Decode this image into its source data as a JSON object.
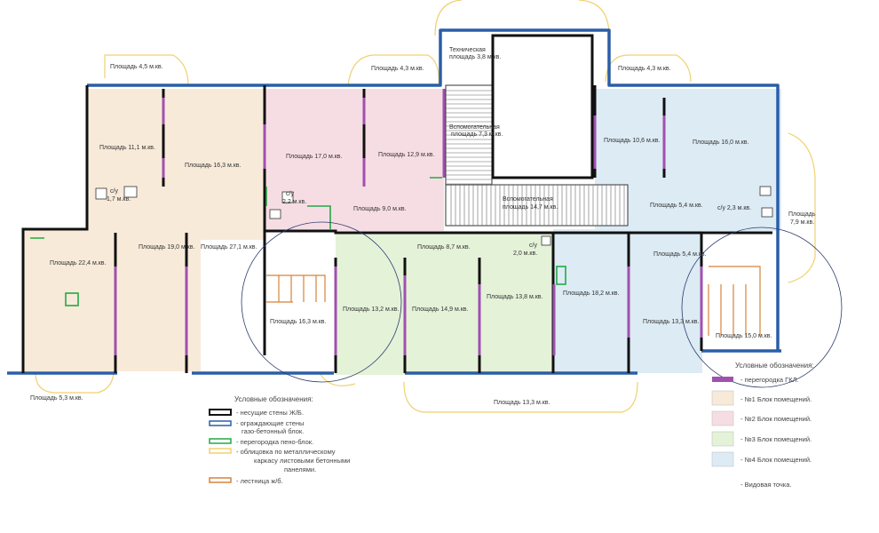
{
  "colors": {
    "block1": "#f8ead9",
    "block2": "#f6dde4",
    "block3": "#e4f2d8",
    "block4": "#dcebf4",
    "wall": "#111111",
    "outer_wall": "#2a5ea8",
    "gkl": "#a050b0",
    "foam": "#22aa44",
    "stair": "#d8823a",
    "cladding": "#f0d070"
  },
  "rooms": {
    "r1": "Площадь 11,1 м.кв.",
    "r2": "Площадь 16,3 м.кв.",
    "r3": "Площадь 17,0 м.кв.",
    "r4": "Площадь 12,9 м.кв.",
    "r5": "Площадь 22,4 м.кв.",
    "r6": "Площадь 19,0 м.кв.",
    "r7": "Площадь 27,1 м.кв.",
    "r8": "Площадь 9,0 м.кв.",
    "r9": "Площадь 8,7 м.кв.",
    "r10": "Площадь 16,3 м.кв.",
    "r11": "Площадь 13,2 м.кв.",
    "r12": "Площадь 14,9 м.кв.",
    "r13": "Площадь 13,8 м.кв.",
    "r14": "Площадь 18,2 м.кв.",
    "r15": "Площадь 10,6 м.кв.",
    "r16": "Площадь 16,0 м.кв.",
    "r17": "Площадь 5,4 м.кв.",
    "r18": "Площадь 5,4 м.кв.",
    "r19": "Площадь 13,3 м.кв.",
    "r20": "Площадь 15,0 м.кв.",
    "tech1": "Техническая",
    "tech2": "площадь 3,8 м.кв.",
    "aux1a": "Вспомогательная",
    "aux1b": "площадь 7,3 м.кв.",
    "aux2a": "Вспомогательная",
    "aux2b": "площадь 14,7 м.кв.",
    "wc1a": "с/у",
    "wc1b": "1,7 м.кв.",
    "wc2a": "с/у",
    "wc2b": "2,2 м.кв.",
    "wc3a": "с/у",
    "wc3b": "2,0 м.кв.",
    "wc4": "с/у 2,3 м.кв.",
    "bal1": "Площадь 4,5 м.кв.",
    "bal2": "Площадь 4,3 м.кв.",
    "bal3": "Площадь 4,3 м.кв.",
    "bal4a": "Площадь",
    "bal4b": "7,9 м.кв.",
    "bal5": "Площадь 5,3 м.кв.",
    "bal6": "Площадь 13,3 м.кв."
  },
  "legend_left": {
    "title": "Условные обозначения:",
    "items": [
      "- несущие стены Ж/Б.",
      "- ограждающие стены",
      "газо-бетонный блок.",
      "- перегородка пено-блок.",
      "- облицовка по металлическому",
      "каркасу листовыми бетонными",
      "панелями.",
      "- лестница ж/б."
    ]
  },
  "legend_right": {
    "title": "Условные обозначения:",
    "items": [
      "- перегородка ГКЛ.",
      "- №1 Блок помещений.",
      "- №2 Блок помещений.",
      "- №3 Блок помещений.",
      "- №4 Блок помещений.",
      "- Видовая точка."
    ]
  }
}
